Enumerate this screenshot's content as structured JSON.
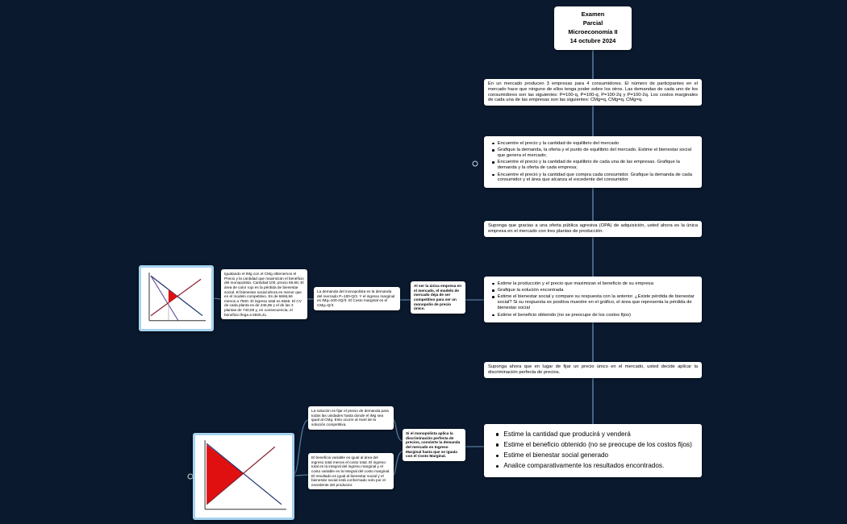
{
  "colors": {
    "background": "#0a192e",
    "line": "#56789a",
    "accent_red": "#e01010",
    "graph_border": "#a6d3f0",
    "box_background": "#ffffff",
    "text": "#000000"
  },
  "root": {
    "title": "Examen\nParcial\nMicroeconomía II\n14 octubre 2024"
  },
  "market": {
    "statement": "En un mercado producen 3 empresas para 4 consumidores. El número de participantes en el mercado hace que ninguno de ellos tenga poder sobre los otros. Las demandas de cada uno de los consumidores son las siguientes: P=100-q, P=100-q, P=100-2q y P=100-2q. Los costos marginales de cada una de las empresas son las siguientes: CMg=q, CMg=q, CMg=q."
  },
  "tasks_market": {
    "items": [
      "Encuentre el precio y la cantidad de equilibrio del mercado",
      "Grafique la demanda, la oferta y el punto de equilibrio del mercado. Estime el bienestar social que genera el mercado;",
      "Encuentre el precio y la cantidad de equilibrio de cada una de las empresas. Grafique la demanda y la oferta de cada empresa;",
      "Encuentre el precio y la cantidad que compra cada consumidor. Grafique la demanda de cada consumidor y el área que alcanza el excedente del consumidor"
    ]
  },
  "opa": {
    "statement": "Suponga que gracias a una oferta pública agresiva (OPA) de adquisición, usted ahora es la única empresa en el mercado con tres plantas de producción."
  },
  "tasks_monopoly": {
    "items": [
      "Estime la producción y el precio que maximizan el beneficio de su empresa",
      "Grafique la solución encontrada",
      "Estime el bienestar social y compare su respuesta con la anterior. ¿Existe pérdida de bienestar social? Si su respuesta es positiva muestre en el gráfico, el área que representa la pérdida de bienestar social",
      "Estime el beneficio obtenido (no se preocupe de los costos fijos)"
    ]
  },
  "price_discrimination": {
    "statement": "Suponga ahora que en lugar de fijar un precio único en el mercado, usted decide aplicar la discriminación perfecta de precios."
  },
  "tasks_discrimination": {
    "items": [
      "Estime la cantidad que producirá y venderá",
      "Estime el beneficio obtenido (no se preocupe de los costos fijos)",
      "Estime el bienestar social generado",
      "Analice comparativamente los resultados encontrados."
    ]
  },
  "monopoly_branch": {
    "model_note": "Al ser la única empresa en el mercado, el modelo de mercado deja de ser competitivo para ser un monopolio de precio único.",
    "demand_note": "La demanda del monopolista es la demanda del mercado P=100-Q/3. Y el ingreso marginal es IMg=100-2Q/3. El Costo marginal es el CMg=Q/3.",
    "solution_note": "Igualando el IMg con el CMg obtenemos el Precio y la cantidad que maximizan el beneficio del monopolista. Cantidad 100, precio 66,66; El área de color rojo es la pérdida de bienestar social. El bienestar social ahora es menor que en el modelo competitivo. Es de 6666,66 menos a 7500. El ingreso total es 6666. El CV de cada planta es de 246,86 y el de las 3 plantas de 740,59 y, en consecuencia, el beneficio llega a 5925,41."
  },
  "discrimination_branch": {
    "model_note": "Si el monopolista aplica la discriminación perfecta de precios, convierte la demanda del mercado en Ingreso Marginal hasta que se iguala con el Costo Marginal.",
    "price_note": "La solución es fijar el precio de demanda para todas las unidades hasta donde el IMg sea igual al CMg. Esto ocurre al nivel de la solución competitiva.",
    "profit_note": "El beneficio variable es igual al área del ingreso total menos el costo total. El ingreso total es la integral del ingreso marginal y el costo variable es la integral del costo marginal. El resultado es igual al bienestar social y el bienestar social está conformado solo por el excedente del productor."
  }
}
